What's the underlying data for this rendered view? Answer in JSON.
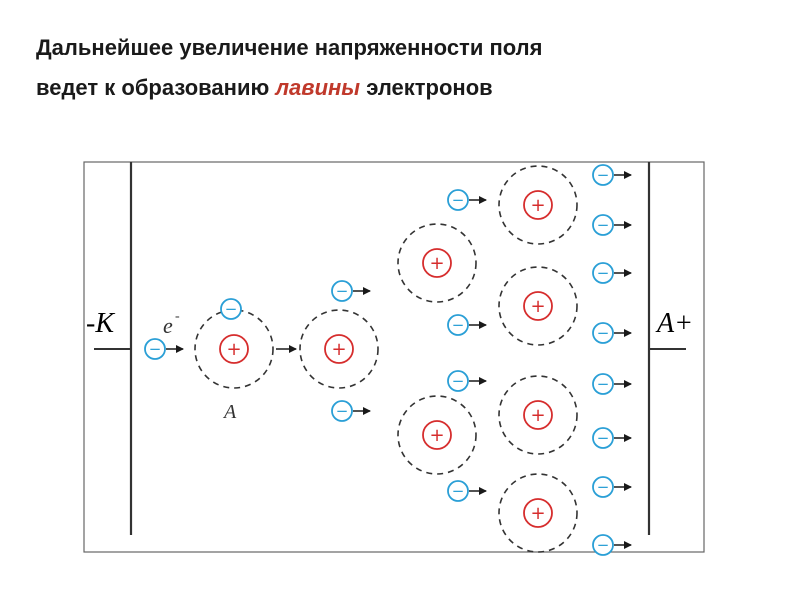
{
  "title": {
    "line1": "Дальнейшее увеличение напряженности поля",
    "line2_before": "ведет к образованию ",
    "line2_highlight": "лавины",
    "line2_after": " электронов"
  },
  "diagram": {
    "cathode_label": "-K",
    "anode_label": "A+",
    "electron_label": "e",
    "electron_superscript": "-",
    "atom_label": "A",
    "plus_symbol": "+",
    "minus_symbol": "−",
    "colors": {
      "text": "#1a1a1a",
      "highlight": "#c0392b",
      "electrode_label": "#3a8fc7",
      "electron": "#2a9fd6",
      "ion": "#d62d2d",
      "shell": "#333333",
      "frame": "#666666"
    }
  }
}
